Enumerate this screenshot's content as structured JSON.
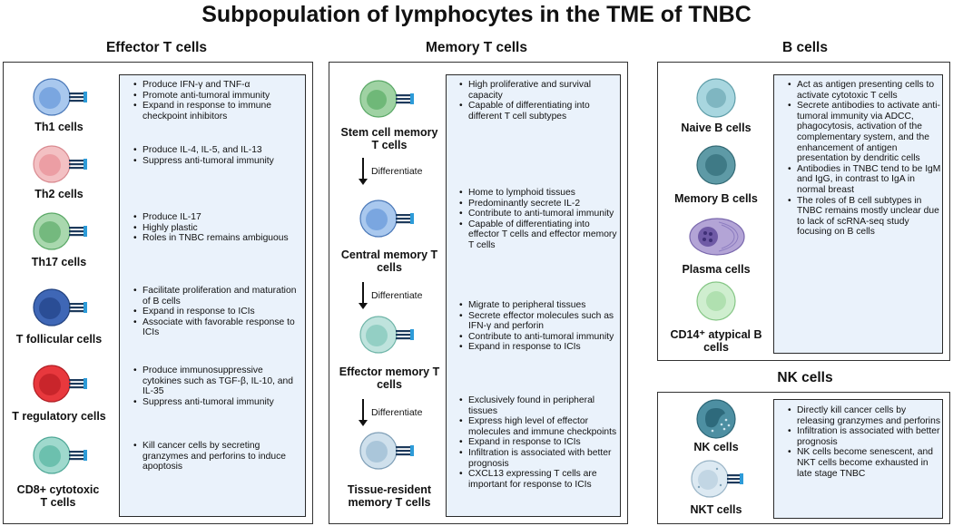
{
  "title": "Subpopulation of lymphocytes in the TME of TNBC",
  "effector": {
    "title": "Effector T cells",
    "cells": [
      {
        "label": "Th1 cells",
        "bullets": [
          "Produce IFN-γ and TNF-α",
          "Promote anti-tumoral immunity",
          "Expand in response to immune checkpoint inhibitors"
        ]
      },
      {
        "label": "Th2 cells",
        "bullets": [
          "Produce IL-4, IL-5, and IL-13",
          "Suppress anti-tumoral immunity"
        ]
      },
      {
        "label": "Th17 cells",
        "bullets": [
          "Produce IL-17",
          "Highly plastic",
          "Roles in TNBC remains ambiguous"
        ]
      },
      {
        "label": "T follicular cells",
        "bullets": [
          "Facilitate proliferation and maturation of B cells",
          "Expand in response to ICIs",
          "Associate with favorable response to ICIs"
        ]
      },
      {
        "label": "T regulatory cells",
        "bullets": [
          "Produce immunosuppressive cytokines such as TGF-β, IL-10, and IL-35",
          "Suppress anti-tumoral immunity"
        ]
      },
      {
        "label": "CD8+ cytotoxic T cells",
        "bullets": [
          "Kill cancer cells by secreting granzymes and perforins to induce apoptosis"
        ]
      }
    ]
  },
  "memory": {
    "title": "Memory T cells",
    "differentiate_label": "Differentiate",
    "cells": [
      {
        "label": "Stem cell memory T cells",
        "bullets": [
          "High proliferative and survival capacity",
          "Capable of differentiating into different T cell subtypes"
        ]
      },
      {
        "label": "Central memory T cells",
        "bullets": [
          "Home to lymphoid tissues",
          "Predominantly secrete IL-2",
          "Contribute to anti-tumoral immunity",
          "Capable of differentiating into effector T cells and effector memory T cells"
        ]
      },
      {
        "label": "Effector memory T cells",
        "bullets": [
          "Migrate to peripheral tissues",
          "Secrete effector molecules such as IFN-γ and perforin",
          "Contribute to anti-tumoral immunity",
          "Expand in response to ICIs"
        ]
      },
      {
        "label": "Tissue-resident memory T cells",
        "bullets": [
          "Exclusively found in peripheral tissues",
          "Express high level of effector molecules and immune checkpoints",
          "Expand in response to ICIs",
          "Infiltration is associated with better prognosis",
          "CXCL13 expressing T cells are important for response to ICIs"
        ]
      }
    ]
  },
  "bcells": {
    "title": "B cells",
    "cells": [
      {
        "label": "Naive B cells"
      },
      {
        "label": "Memory B cells"
      },
      {
        "label": "Plasma cells"
      },
      {
        "label": "CD14⁺ atypical B cells"
      }
    ],
    "bullets": [
      "Act as antigen presenting cells to activate cytotoxic T cells",
      "Secrete antibodies to activate anti-tumoral immunity via ADCC, phagocytosis, activation of the complementary system, and the enhancement of antigen presentation by dendritic cells",
      "Antibodies in TNBC tend to be IgM and IgG, in contrast to IgA in normal breast",
      "The roles of B cell subtypes in TNBC remains mostly unclear due to lack of scRNA-seq study focusing on B cells"
    ]
  },
  "nkcells": {
    "title": "NK cells",
    "cells": [
      {
        "label": "NK cells"
      },
      {
        "label": "NKT cells"
      }
    ],
    "bullets": [
      "Directly kill cancer cells by releasing granzymes and perforins",
      "Infiltration is associated with better prognosis",
      "NK cells become senescent, and NKT cells become exhausted in late stage TNBC"
    ]
  },
  "colors": {
    "th1": "#a9c8ee",
    "th2": "#f3c0c3",
    "th17": "#a9d8ae",
    "tfh": "#3f67b6",
    "treg": "#e8383d",
    "cd8": "#9fd9cd",
    "scm": "#9fd2a3",
    "cm": "#a9c8ee",
    "em": "#bfe3dd",
    "rm": "#cfe0ec",
    "naiveb": "#a8d6df",
    "memb": "#5e9aa6",
    "plasma": "#b3a4d6",
    "cd14b": "#cfeecf",
    "nk": "#4d8fa2",
    "nkt": "#dce9f2",
    "textbox": "#eaf2fb"
  }
}
